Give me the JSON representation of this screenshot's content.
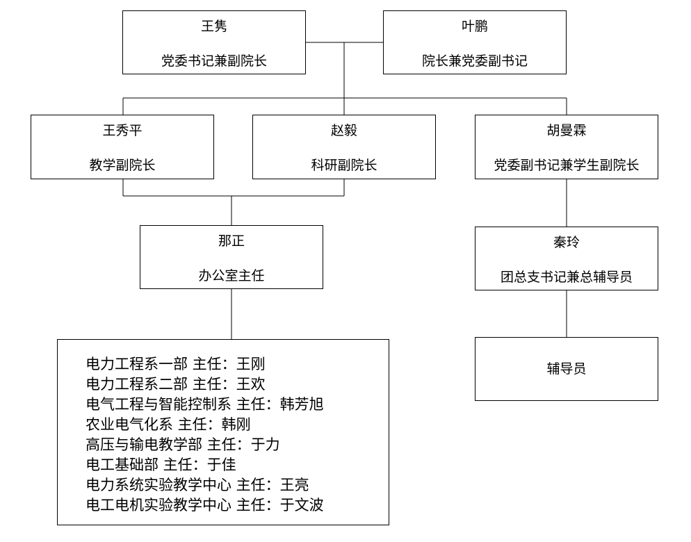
{
  "leaders": {
    "wang_jun": {
      "name": "王隽",
      "title": "党委书记兼副院长"
    },
    "ye_peng": {
      "name": "叶鹏",
      "title": "院长兼党委副书记"
    }
  },
  "vice_deans": {
    "wang_xiuping": {
      "name": "王秀平",
      "title": "教学副院长"
    },
    "zhao_yi": {
      "name": "赵毅",
      "title": "科研副院长"
    },
    "hu_manlin": {
      "name": "胡曼霖",
      "title": "党委副书记兼学生副院长"
    }
  },
  "office": {
    "name": "那正",
    "title": "办公室主任"
  },
  "youth_league": {
    "name": "秦玲",
    "title": "团总支书记兼总辅导员"
  },
  "counselors": {
    "label": "辅导员"
  },
  "departments": [
    "电力工程系一部  主任：王刚",
    "电力工程系二部  主任：王欢",
    "电气工程与智能控制系  主任：韩芳旭",
    "农业电气化系  主任：韩刚",
    "高压与输电教学部  主任：于力",
    "电工基础部  主任：于佳",
    "电力系统实验教学中心  主任：王亮",
    "电工电机实验教学中心  主任：于文波"
  ]
}
